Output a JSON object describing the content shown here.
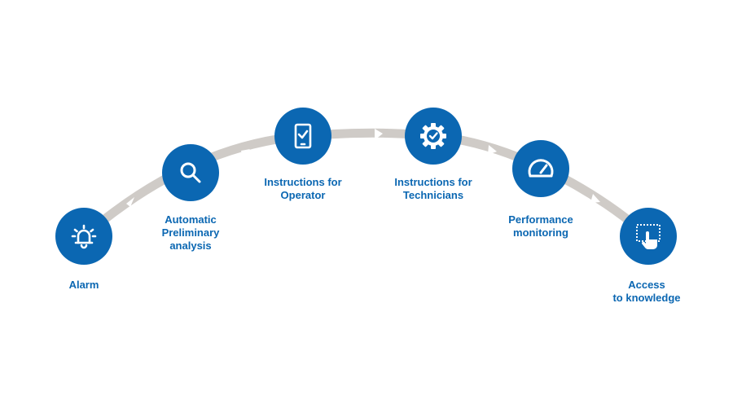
{
  "colors": {
    "accent": "#0b67b2",
    "arc": "#cfcbc7",
    "icon": "#ffffff"
  },
  "steps": [
    {
      "label": "Alarm",
      "icon": "alarm-bell-icon"
    },
    {
      "label": "Automatic\nPreliminary\nanalysis",
      "icon": "magnifier-icon"
    },
    {
      "label": "Instructions for\nOperator",
      "icon": "tablet-check-icon"
    },
    {
      "label": "Instructions for\nTechnicians",
      "icon": "gear-check-icon"
    },
    {
      "label": "Performance\nmonitoring",
      "icon": "speedometer-icon"
    },
    {
      "label": "Access\nto knowledge",
      "icon": "touch-screen-icon"
    }
  ]
}
